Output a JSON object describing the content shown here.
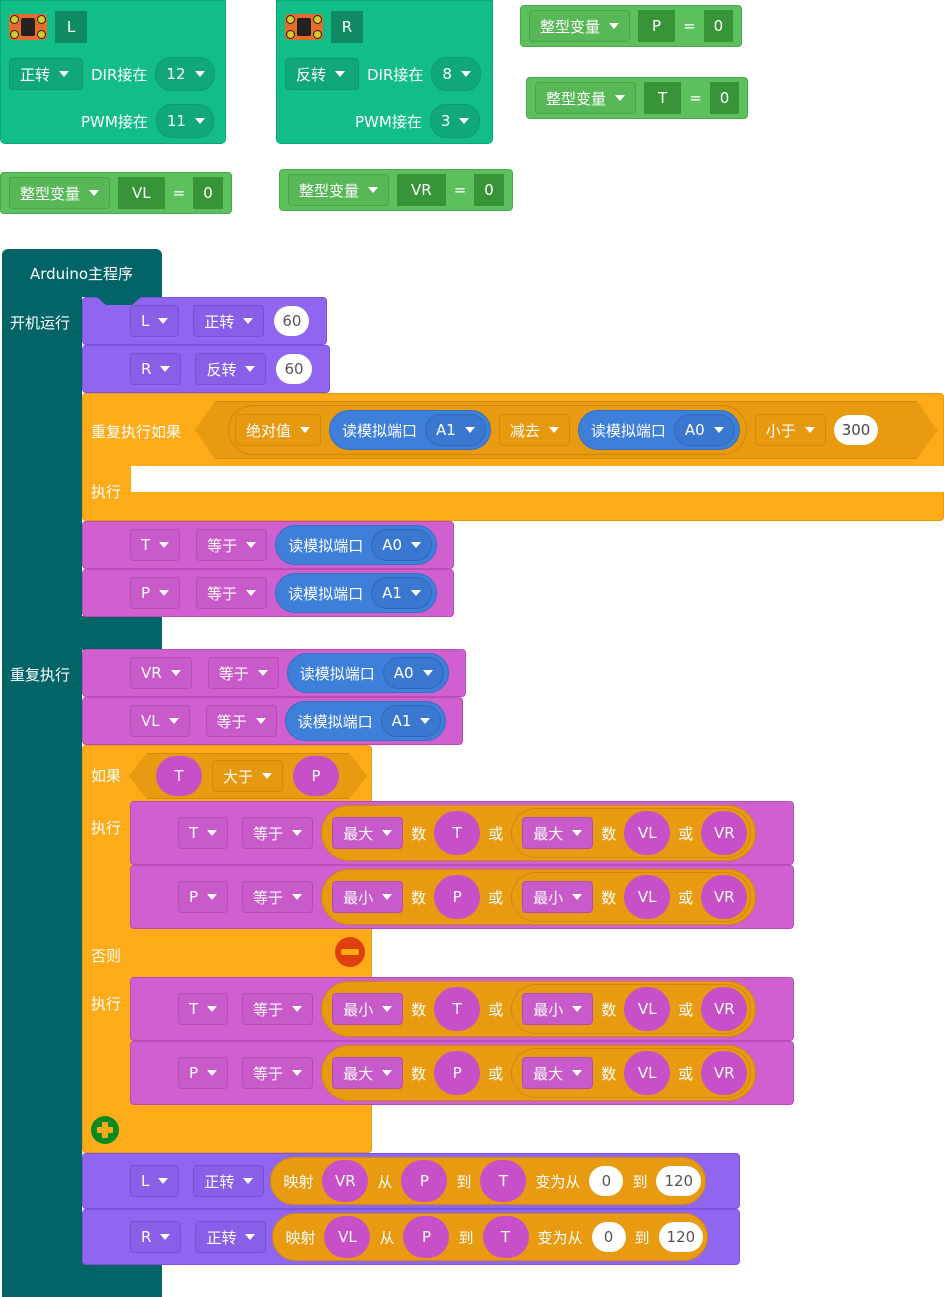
{
  "motor_blocks": [
    {
      "name": "L",
      "direction": "正转",
      "dir_label": "DIR接在",
      "dir_pin": "12",
      "pwm_label": "PWM接在",
      "pwm_pin": "11",
      "icon": "motor-driver-board-icon"
    },
    {
      "name": "R",
      "direction": "反转",
      "dir_label": "DIR接在",
      "dir_pin": "8",
      "pwm_label": "PWM接在",
      "pwm_pin": "3",
      "icon": "motor-driver-board-icon"
    }
  ],
  "var_decls": [
    {
      "type": "整型变量",
      "name": "P",
      "eq": "=",
      "value": "0"
    },
    {
      "type": "整型变量",
      "name": "T",
      "eq": "=",
      "value": "0"
    },
    {
      "type": "整型变量",
      "name": "VL",
      "eq": "=",
      "value": "0"
    },
    {
      "type": "整型变量",
      "name": "VR",
      "eq": "=",
      "value": "0"
    }
  ],
  "main": {
    "title": "Arduino主程序",
    "setup_label": "开机运行",
    "loop_label": "重复执行",
    "setup": {
      "motor1": {
        "motor": "L",
        "dir": "正转",
        "speed": "60"
      },
      "motor2": {
        "motor": "R",
        "dir": "反转",
        "speed": "60"
      },
      "while": {
        "label": "重复执行如果",
        "do_label": "执行",
        "abs": "绝对值",
        "read": "读模拟端口",
        "pin_a": "A1",
        "op": "减去",
        "pin_b": "A0",
        "cmp": "小于",
        "threshold": "300"
      },
      "set1": {
        "var": "T",
        "op": "等于",
        "read": "读模拟端口",
        "pin": "A0"
      },
      "set2": {
        "var": "P",
        "op": "等于",
        "read": "读模拟端口",
        "pin": "A1"
      }
    },
    "loop": {
      "set1": {
        "var": "VR",
        "op": "等于",
        "read": "读模拟端口",
        "pin": "A0"
      },
      "set2": {
        "var": "VL",
        "op": "等于",
        "read": "读模拟端口",
        "pin": "A1"
      },
      "if": {
        "label": "如果",
        "left": "T",
        "cmp": "大于",
        "right": "P",
        "do_label": "执行",
        "else_label": "否则",
        "then": [
          {
            "var": "T",
            "op": "等于",
            "fn1": "最大",
            "shu": "数",
            "a": "T",
            "or": "或",
            "fn2": "最大",
            "b": "VL",
            "c": "VR"
          },
          {
            "var": "P",
            "op": "等于",
            "fn1": "最小",
            "shu": "数",
            "a": "P",
            "or": "或",
            "fn2": "最小",
            "b": "VL",
            "c": "VR"
          }
        ],
        "else": [
          {
            "var": "T",
            "op": "等于",
            "fn1": "最小",
            "shu": "数",
            "a": "T",
            "or": "或",
            "fn2": "最小",
            "b": "VL",
            "c": "VR"
          },
          {
            "var": "P",
            "op": "等于",
            "fn1": "最大",
            "shu": "数",
            "a": "P",
            "or": "或",
            "fn2": "最大",
            "b": "VL",
            "c": "VR"
          }
        ]
      },
      "motors": [
        {
          "motor": "L",
          "dir": "正转",
          "map": "映射",
          "src": "VR",
          "from": "从",
          "lo": "P",
          "to": "到",
          "hi": "T",
          "become": "变为从",
          "out_lo": "0",
          "to2": "到",
          "out_hi": "120"
        },
        {
          "motor": "R",
          "dir": "正转",
          "map": "映射",
          "src": "VL",
          "from": "从",
          "lo": "P",
          "to": "到",
          "hi": "T",
          "become": "变为从",
          "out_lo": "0",
          "to2": "到",
          "out_hi": "120"
        }
      ]
    }
  },
  "colors": {
    "motor_init": "#12bd88",
    "variable": "#5cc05c",
    "main": "#036468",
    "motor": "#9066f0",
    "control": "#fdab18",
    "set_var": "#d060d0",
    "analog": "#3e7fd9",
    "math": "#e89a10"
  }
}
